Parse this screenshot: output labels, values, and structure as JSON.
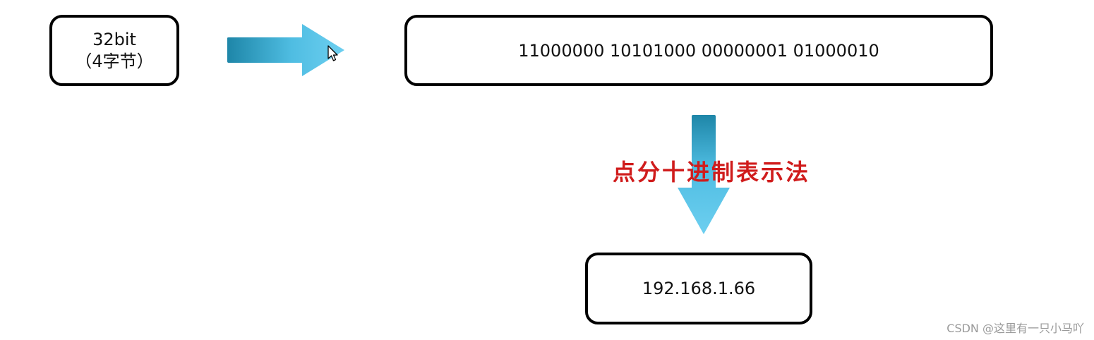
{
  "nodes": {
    "size_line1": "32bit",
    "size_line2": "（4字节）",
    "binary": "11000000 10101000 00000001 01000010",
    "dotted": "192.168.1.66"
  },
  "labels": {
    "method": "点分十进制表示法"
  },
  "watermark": "CSDN @这里有一只小马吖",
  "colors": {
    "arrow_dark": "#1e86a8",
    "arrow_light": "#6dcff0",
    "label": "#d01c1c",
    "border": "#000000"
  },
  "icons": {
    "cursor": "mouse-pointer-icon"
  }
}
